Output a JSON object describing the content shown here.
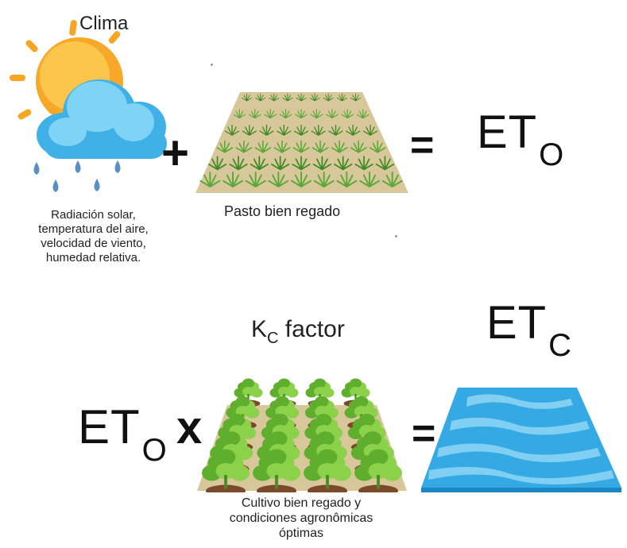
{
  "climate": {
    "title": "Clima",
    "description_lines": [
      "Radiación solar,",
      "temperatura del aire,",
      "velocidad de viento,",
      "humedad relativa."
    ]
  },
  "equation1": {
    "plus": "+",
    "equals": "=",
    "grass_label": "Pasto bien regado",
    "result_main": "ET",
    "result_sub": "O"
  },
  "kc": {
    "main": "K",
    "sub": "C",
    "suffix": " factor"
  },
  "equation2": {
    "left_main": "ET",
    "left_sub": "O",
    "times": "x",
    "equals": "=",
    "crop_label_lines": [
      "Cultivo bien regado y",
      "condiciones agronômicas",
      "óptimas"
    ],
    "result_main": "ET",
    "result_sub": "C"
  },
  "colors": {
    "sun": "#f5a623",
    "cloud": "#5cc3ee",
    "rain": "#5a8fc4",
    "field": "#d8c79a",
    "grass": "#4f9a2e",
    "lettuce": "#7cc242",
    "water": "#35a9e3"
  }
}
